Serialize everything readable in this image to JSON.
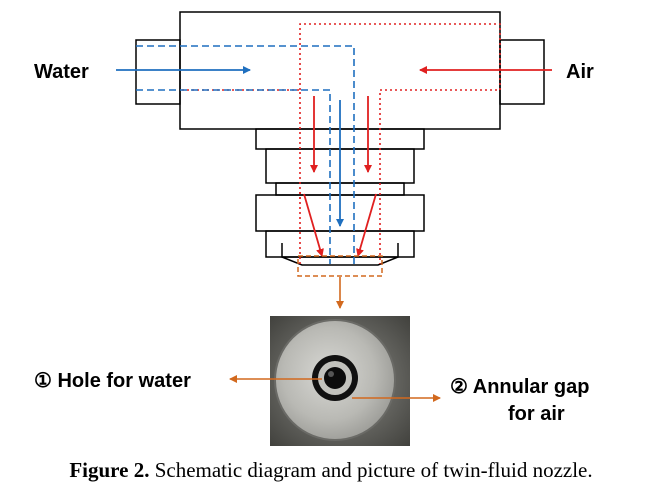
{
  "labels": {
    "water": "Water",
    "air": "Air",
    "hole_for_water": "① Hole for water",
    "annular_gap_line1": "② Annular gap",
    "annular_gap_line2": "for air"
  },
  "caption": {
    "prefix": "Figure 2.",
    "text": "Schematic diagram and picture of twin-fluid nozzle."
  },
  "colors": {
    "water_flow": "#1f6fbf",
    "air_flow": "#e02020",
    "callout": "#d2691e",
    "outline": "#000000"
  }
}
